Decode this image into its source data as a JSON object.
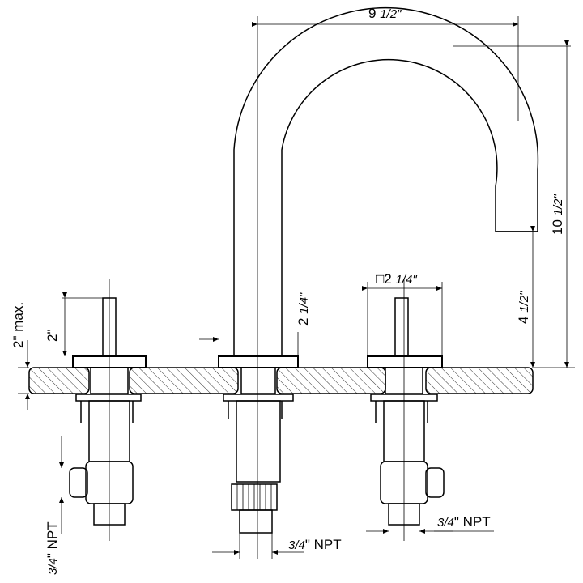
{
  "dimensions": {
    "width_main": "9",
    "width_frac": "1/2\"",
    "height_main": "10",
    "height_frac": "1/2\"",
    "spout_gap_main": "4",
    "spout_gap_frac": "1/2\"",
    "base_height_main": "2",
    "base_height_frac": "1/4\"",
    "plate_size_prefix": "□2",
    "plate_size_frac": "1/4\"",
    "stem_height": "2\"",
    "deck_max": "2\" max.",
    "npt_frac": "3/4",
    "npt_unit": "\" NPT"
  },
  "colors": {
    "line": "#000000",
    "hatch": "#000000",
    "background": "#ffffff"
  }
}
